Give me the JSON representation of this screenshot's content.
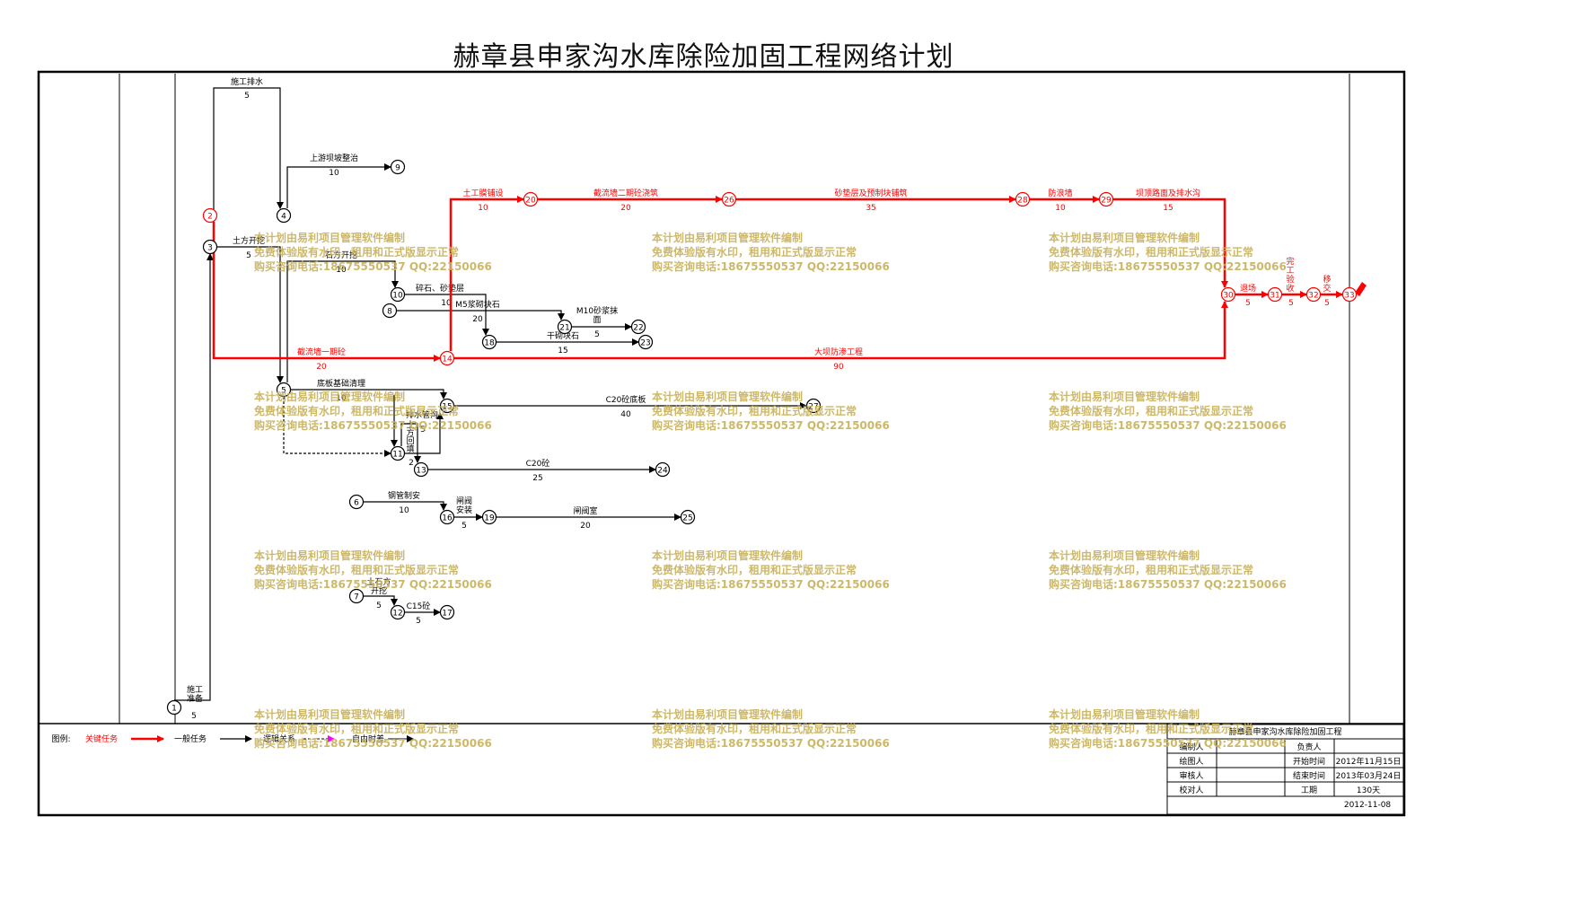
{
  "title": "赫章县申家沟水库除险加固工程网络计划",
  "colors": {
    "critical": "#ff0000",
    "normal": "#000000",
    "free_float": "#ff00ff",
    "watermark": "#c8b15a"
  },
  "watermark": {
    "line1": "本计划由易利项目管理软件编制",
    "line2": "免费体验版有水印，租用和正式版显示正常",
    "line3": "购买咨询电话:18675550537 QQ:22150066"
  },
  "nodes": [
    {
      "id": "1",
      "critical": false
    },
    {
      "id": "2",
      "critical": true
    },
    {
      "id": "3",
      "critical": false
    },
    {
      "id": "4",
      "critical": false
    },
    {
      "id": "5",
      "critical": false
    },
    {
      "id": "6",
      "critical": false
    },
    {
      "id": "7",
      "critical": false
    },
    {
      "id": "8",
      "critical": false
    },
    {
      "id": "9",
      "critical": false
    },
    {
      "id": "10",
      "critical": false
    },
    {
      "id": "11",
      "critical": false
    },
    {
      "id": "12",
      "critical": false
    },
    {
      "id": "13",
      "critical": false
    },
    {
      "id": "14",
      "critical": true
    },
    {
      "id": "15",
      "critical": false
    },
    {
      "id": "16",
      "critical": false
    },
    {
      "id": "17",
      "critical": false
    },
    {
      "id": "18",
      "critical": false
    },
    {
      "id": "19",
      "critical": false
    },
    {
      "id": "20",
      "critical": true
    },
    {
      "id": "21",
      "critical": false
    },
    {
      "id": "22",
      "critical": false
    },
    {
      "id": "23",
      "critical": false
    },
    {
      "id": "24",
      "critical": false
    },
    {
      "id": "25",
      "critical": false
    },
    {
      "id": "26",
      "critical": true
    },
    {
      "id": "27",
      "critical": false
    },
    {
      "id": "28",
      "critical": true
    },
    {
      "id": "29",
      "critical": true
    },
    {
      "id": "30",
      "critical": true
    },
    {
      "id": "31",
      "critical": true
    },
    {
      "id": "32",
      "critical": true
    },
    {
      "id": "33",
      "critical": true
    }
  ],
  "activities": [
    {
      "name": "施工\n准备",
      "duration": "5",
      "critical": false
    },
    {
      "name": "施工排水",
      "duration": "5",
      "critical": false
    },
    {
      "name": "上游坝坡整治",
      "duration": "10",
      "critical": false
    },
    {
      "name": "土方开挖",
      "duration": "5",
      "critical": false
    },
    {
      "name": "石方开挖",
      "duration": "10",
      "critical": false
    },
    {
      "name": "碎石、砂垫层",
      "duration": "10",
      "critical": false
    },
    {
      "name": "M5浆砌块石",
      "duration": "20",
      "critical": false
    },
    {
      "name": "M10砂浆抹\n面",
      "duration": "5",
      "critical": false
    },
    {
      "name": "干砌块石",
      "duration": "15",
      "critical": false
    },
    {
      "name": "底板基础清理",
      "duration": "10",
      "critical": false
    },
    {
      "name": "排水管沟",
      "duration": "5",
      "critical": false
    },
    {
      "name": "土\n方\n回\n填",
      "duration": "2",
      "critical": false
    },
    {
      "name": "C20砼底板",
      "duration": "40",
      "critical": false
    },
    {
      "name": "C20砼",
      "duration": "25",
      "critical": false
    },
    {
      "name": "钢管制安",
      "duration": "10",
      "critical": false
    },
    {
      "name": "闸阀\n安装",
      "duration": "5",
      "critical": false
    },
    {
      "name": "闸阀室",
      "duration": "20",
      "critical": false
    },
    {
      "name": "土石方\n开挖",
      "duration": "5",
      "critical": false
    },
    {
      "name": "C15砼",
      "duration": "5",
      "critical": false
    },
    {
      "name": "土工膜铺设",
      "duration": "10",
      "critical": true
    },
    {
      "name": "截流墙二期砼浇筑",
      "duration": "20",
      "critical": true
    },
    {
      "name": "砂垫层及预制块铺筑",
      "duration": "35",
      "critical": true
    },
    {
      "name": "防浪墙",
      "duration": "10",
      "critical": true
    },
    {
      "name": "坝顶路面及排水沟",
      "duration": "15",
      "critical": true
    },
    {
      "name": "截流墙一期砼",
      "duration": "20",
      "critical": true
    },
    {
      "name": "大坝防渗工程",
      "duration": "90",
      "critical": true
    },
    {
      "name": "退场",
      "duration": "5",
      "critical": true
    },
    {
      "name": "完\n工\n验\n收",
      "duration": "5",
      "critical": true
    },
    {
      "name": "移\n交",
      "duration": "5",
      "critical": true
    }
  ],
  "legend": {
    "label": "图例:",
    "critical": "关键任务",
    "normal": "一般任务",
    "logic": "逻辑关系",
    "free_float": "自由时差"
  },
  "info_table": {
    "project": "赫章县申家沟水库除险加固工程",
    "rows": [
      [
        "编制人",
        "",
        "负责人",
        ""
      ],
      [
        "绘图人",
        "",
        "开始时间",
        "2012年11月15日"
      ],
      [
        "审核人",
        "",
        "结束时间",
        "2013年03月24日"
      ],
      [
        "校对人",
        "",
        "工期",
        "130天"
      ]
    ],
    "date": "2012-11-08"
  }
}
